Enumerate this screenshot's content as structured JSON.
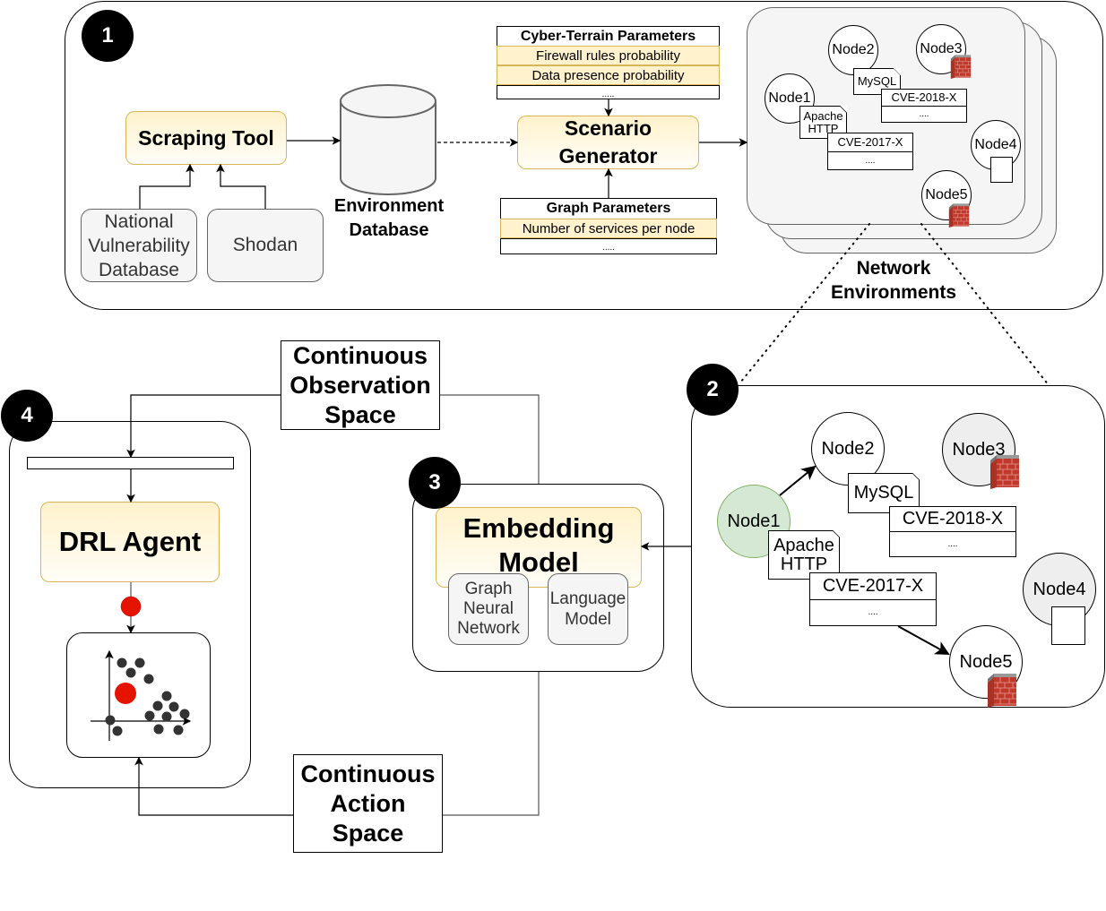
{
  "badges": {
    "one": "1",
    "two": "2",
    "three": "3",
    "four": "4"
  },
  "panel1": {
    "scraping_tool": "Scraping Tool",
    "sources": [
      {
        "label": "National Vulnerability Database"
      },
      {
        "label": "Shodan"
      }
    ],
    "environment_database": "Environment Database",
    "scenario_generator": "Scenario Generator",
    "cyber_terrain": {
      "title": "Cyber-Terrain Parameters",
      "rows": [
        "Firewall rules probability",
        "Data presence probability"
      ],
      "ellipsis": "....."
    },
    "graph_params": {
      "title": "Graph Parameters",
      "rows": [
        "Number of services per node"
      ],
      "ellipsis": "....."
    },
    "network_environments": "Network Environments",
    "mini_env": {
      "nodes": [
        "Node1",
        "Node2",
        "Node3",
        "Node4",
        "Node5"
      ],
      "services": [
        "Apache HTTP",
        "MySQL"
      ],
      "cves": [
        {
          "name": "CVE-2017-X",
          "more": "...."
        },
        {
          "name": "CVE-2018-X",
          "more": "...."
        }
      ]
    }
  },
  "panel2": {
    "nodes": [
      "Node1",
      "Node2",
      "Node3",
      "Node4",
      "Node5"
    ],
    "services": [
      "Apache HTTP",
      "MySQL"
    ],
    "cves": [
      {
        "name": "CVE-2017-X",
        "more": "...."
      },
      {
        "name": "CVE-2018-X",
        "more": "...."
      }
    ],
    "colors": {
      "compromised_node": "#d5e8d4",
      "unreachable_node": "#eeeeee",
      "firewall": "#c0392b"
    }
  },
  "panel3": {
    "embedding_model": "Embedding Model",
    "components": [
      "Graph Neural Network",
      "Language Model"
    ]
  },
  "panel4": {
    "drl_agent": "DRL Agent",
    "action_color": "#e51400"
  },
  "observation_space": "Continuous Observation Space",
  "action_space": "Continuous Action Space"
}
